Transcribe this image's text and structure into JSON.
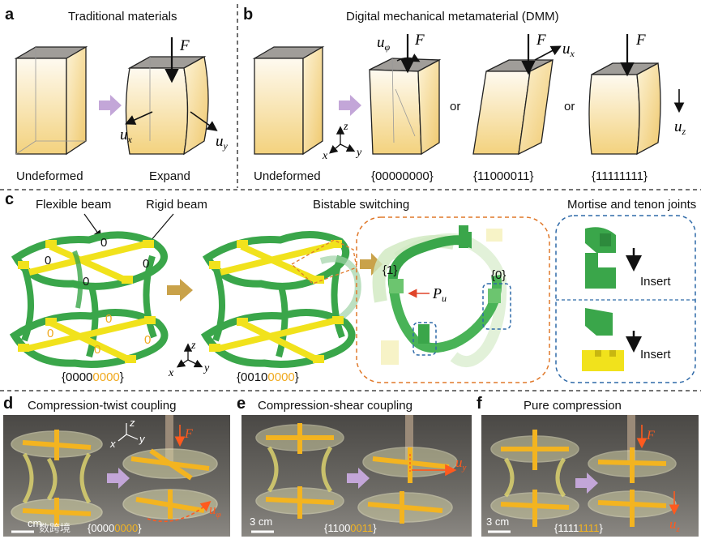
{
  "panel_a": {
    "letter": "a",
    "title": "Traditional materials",
    "left_caption": "Undeformed",
    "right_caption": "Expand",
    "force": "F",
    "ux_u": "u",
    "ux_sub": "x",
    "uy_u": "u",
    "uy_sub": "y"
  },
  "panel_b": {
    "letter": "b",
    "title": "Digital mechanical metamaterial (DMM)",
    "caption_1": "Undeformed",
    "caption_2": "{00000000}",
    "caption_3": "{11000011}",
    "caption_4": "{11111111}",
    "or_1": "or",
    "or_2": "or",
    "force": "F",
    "uphi_u": "u",
    "uphi_sub": "φ",
    "ux_u": "u",
    "ux_sub": "x",
    "uz_u": "u",
    "uz_sub": "z",
    "axis_z": "z",
    "axis_x": "x",
    "axis_y": "y"
  },
  "panel_c": {
    "letter": "c",
    "flexible_beam": "Flexible beam",
    "rigid_beam": "Rigid beam",
    "bistable_title": "Bistable switching",
    "mortise_title": "Mortise and tenon joints",
    "state_1": "{1}",
    "state_0": "{0}",
    "pu_u": "P",
    "pu_sub": "u",
    "insert_1": "Insert",
    "insert_2": "Insert",
    "code_1_black": "{0000",
    "code_1_orange": "0000",
    "code_1_end": "}",
    "code_2_black": "{0010",
    "code_2_orange": "0000",
    "code_2_end": "}",
    "zero": "0",
    "axis_z": "z",
    "axis_x": "x",
    "axis_y": "y"
  },
  "panel_d": {
    "letter": "d",
    "title": "Compression-twist coupling",
    "scale": "cm",
    "code_black": "{0000",
    "code_orange": "0000",
    "code_end": "}",
    "force": "F",
    "uphi_u": "u",
    "uphi_sub": "φ",
    "axis_z": "z",
    "axis_x": "x",
    "axis_y": "y",
    "watermark": "数跨境"
  },
  "panel_e": {
    "letter": "e",
    "title": "Compression-shear coupling",
    "scale": "3 cm",
    "code_black": "{1100",
    "code_orange": "0011",
    "code_end": "}",
    "uy_u": "u",
    "uy_sub": "y"
  },
  "panel_f": {
    "letter": "f",
    "title": "Pure compression",
    "scale": "3 cm",
    "code_black": "{1111",
    "code_orange": "1111",
    "code_end": "}",
    "force": "F",
    "uz_u": "u",
    "uz_sub": "z"
  },
  "colors": {
    "box_fill_top": "#fdf6d8",
    "box_fill_bottom": "#f4d98a",
    "box_top": "#9c9a96",
    "flexible_green": "#3aa64a",
    "rigid_yellow": "#f1e21c",
    "orange_text": "#f0a91e",
    "arrow_purple": "#c3a6d8",
    "arrow_gold": "#c9a24a",
    "dash_orange": "#e0782a",
    "dash_blue": "#2f6aa8",
    "photo_bg": "#5a5855"
  }
}
